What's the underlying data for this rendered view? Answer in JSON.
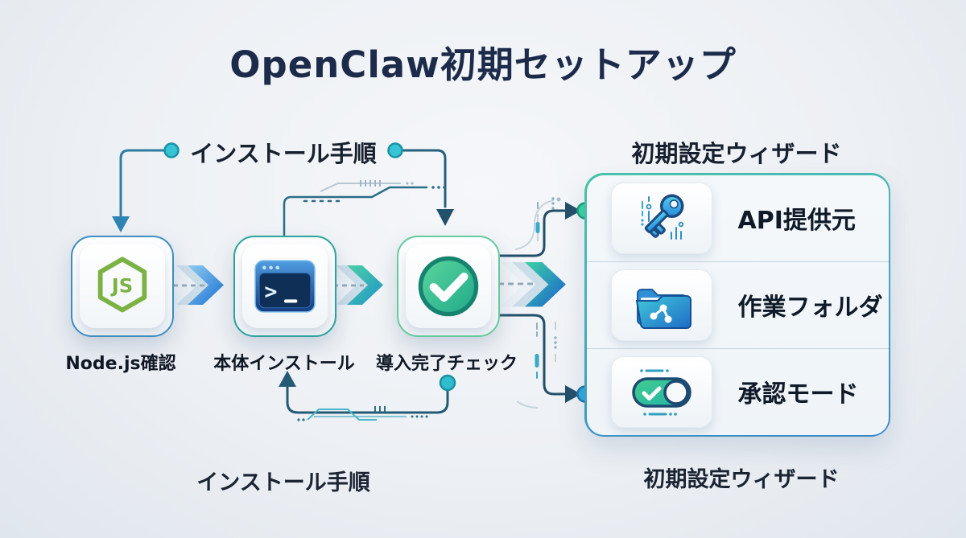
{
  "title": "OpenClaw初期セットアップ",
  "install_flow": {
    "label_top": "インストール手順",
    "label_bottom": "インストール手順",
    "steps": [
      {
        "label": "Node.js確認",
        "icon": "nodejs-logo-icon"
      },
      {
        "label": "本体インストール",
        "icon": "terminal-icon"
      },
      {
        "label": "導入完了チェック",
        "icon": "check-circle-icon"
      }
    ]
  },
  "wizard_panel": {
    "label_top": "初期設定ウィザード",
    "label_bottom": "初期設定ウィザード",
    "items": [
      {
        "label": "API提供元",
        "icon": "key-icon"
      },
      {
        "label": "作業フォルダ",
        "icon": "folder-share-icon"
      },
      {
        "label": "承認モード",
        "icon": "toggle-on-icon"
      }
    ]
  },
  "colors": {
    "title_text": "#1c2b4a",
    "body_text": "#101826",
    "connector": "#24546e",
    "teal_dot": "#38c4d4",
    "green_dot": "#3ad0a0",
    "blue_dot": "#2ba5de",
    "node_card_border": "#3e8ec2",
    "install_card_border": "#2ca39a",
    "check_card_border": "#66cb9d",
    "panel_border_top": "#3fc0a5",
    "panel_border_bottom": "#2f7fc2",
    "chevron_blue": "#1a6fd2",
    "chevron_green": "#2fc59b",
    "nodejs_green": "#7bb243"
  }
}
